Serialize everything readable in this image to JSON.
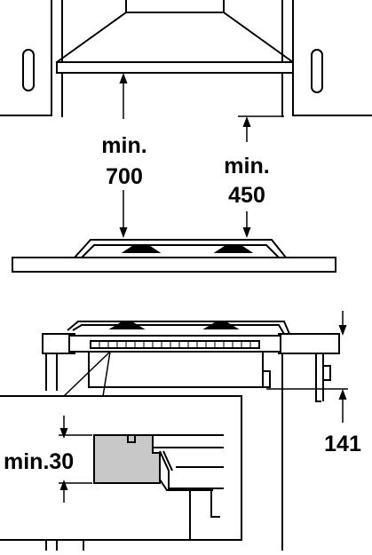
{
  "labels": {
    "hood_clearance_line1": "min.",
    "hood_clearance_line2": "700",
    "cabinet_clearance_line1": "min.",
    "cabinet_clearance_line2": "450",
    "depth_value": "141",
    "worktop_min": "min.30"
  },
  "colors": {
    "line": "#000000",
    "background": "#ffffff",
    "worktop_fill": "#c8c8c8"
  }
}
